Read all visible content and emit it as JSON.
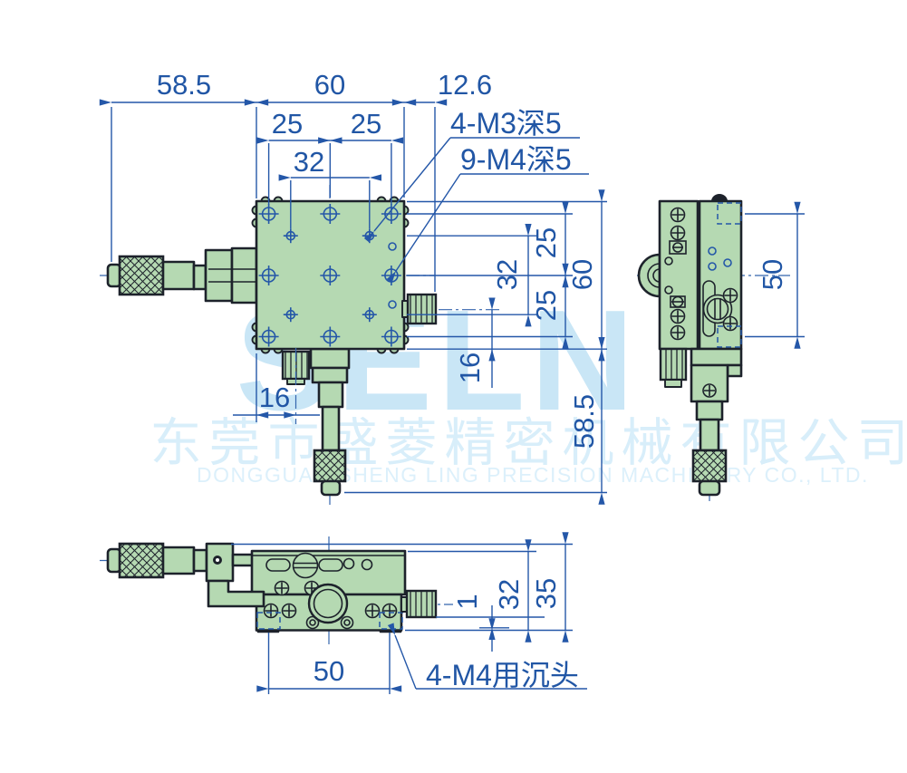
{
  "colors": {
    "dimension_blue": "#2457a8",
    "outline_dark": "#1d222b",
    "body_green": "#b5d9b2",
    "watermark_blue": "#d8eefa"
  },
  "watermark": {
    "logo": "SELN",
    "company_cn": "东莞市盛菱精密机械有限公司",
    "company_en": "DONGGUAN SHENG LING PRECISION MACHINERY CO., LTD."
  },
  "front_view": {
    "dim_micrometer_length": "58.5",
    "dim_body_width": "60",
    "dim_knob_offset": "12.6",
    "dim_hole_spacing_left": "25",
    "dim_hole_spacing_right": "25",
    "dim_m3_spacing": "32",
    "label_m3_holes": "4-M3深5",
    "label_m4_holes": "9-M4深5",
    "dim_right_upper_25": "25",
    "dim_right_total_60": "60",
    "dim_right_32": "32",
    "dim_right_lower_25": "25",
    "dim_knob_height_16": "16",
    "dim_micrometer_drop": "58.5",
    "dim_clamp_offset_16": "16"
  },
  "side_view": {
    "dim_hole_spacing": "50"
  },
  "bottom_view": {
    "dim_hole_spacing": "50",
    "dim_base_step": "1",
    "dim_platform_height": "32",
    "dim_total_height": "35",
    "label_counterbore": "4-M4用沉头"
  }
}
